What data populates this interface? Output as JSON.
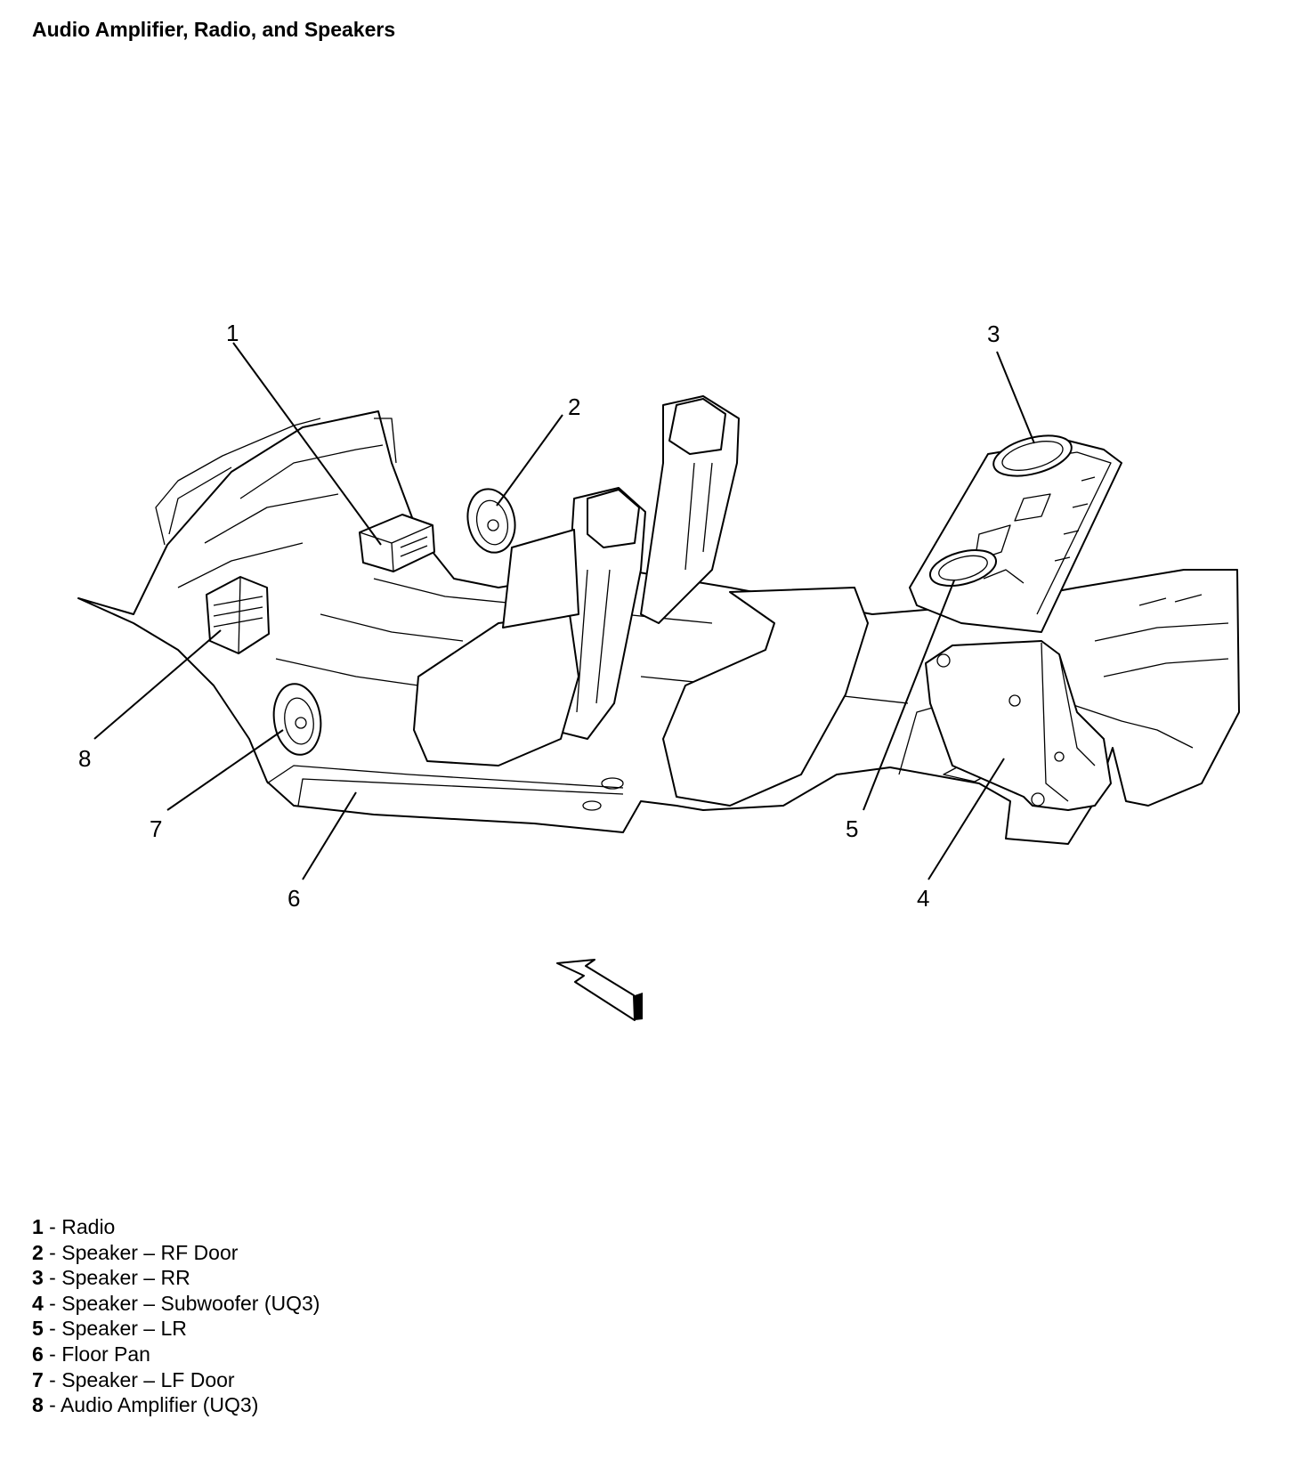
{
  "title": "Audio Amplifier, Radio, and Speakers",
  "callouts": [
    {
      "num": "1",
      "label": "Radio"
    },
    {
      "num": "2",
      "label": "Speaker – RF Door"
    },
    {
      "num": "3",
      "label": "Speaker – RR"
    },
    {
      "num": "4",
      "label": "Speaker – Subwoofer (UQ3)"
    },
    {
      "num": "5",
      "label": "Speaker – LR"
    },
    {
      "num": "6",
      "label": "Floor Pan"
    },
    {
      "num": "7",
      "label": "Speaker – LF Door"
    },
    {
      "num": "8",
      "label": "Audio Amplifier (UQ3)"
    }
  ],
  "separator": " - "
}
